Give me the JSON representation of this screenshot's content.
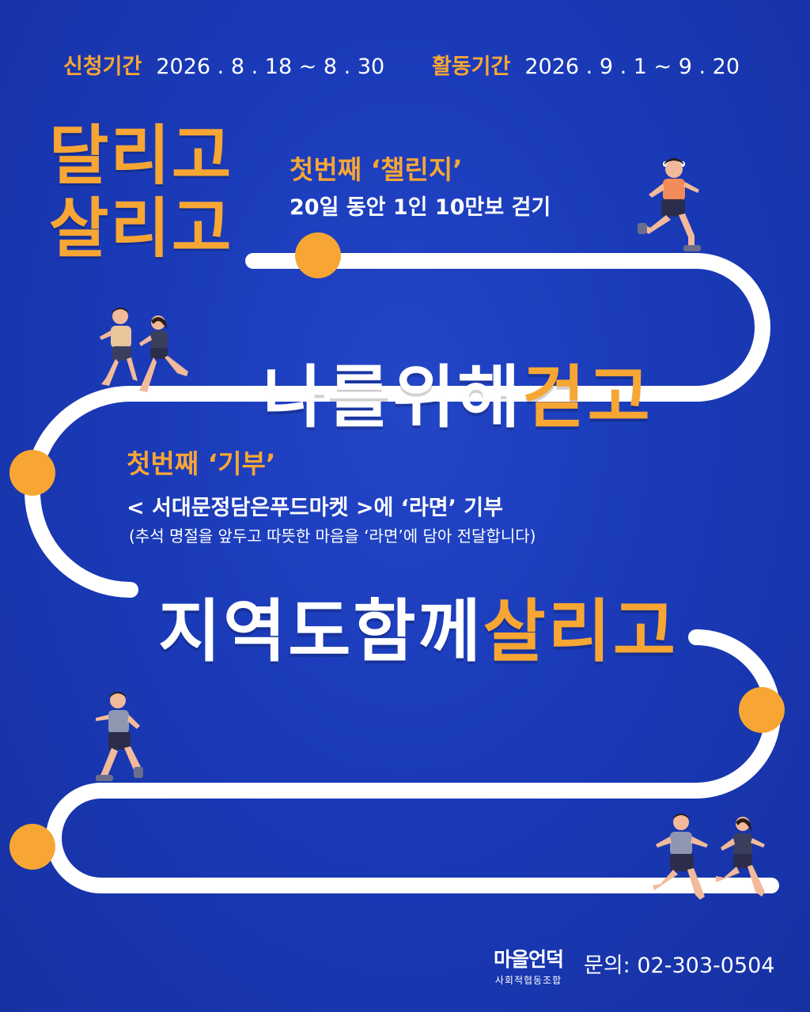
{
  "period": {
    "apply_label": "신청기간",
    "apply_dates": "2026 . 8 . 18 ~ 8 . 30",
    "activity_label": "활동기간",
    "activity_dates": "2026 . 9 . 1 ~ 9 . 20"
  },
  "title": {
    "line1": "달리고",
    "line2": "살리고"
  },
  "challenge": {
    "heading": "첫번째 ‘챌린지’",
    "desc": "20일 동안 1인 10만보 걷기"
  },
  "headline1": {
    "part1": "나를위해",
    "part2": "걷고"
  },
  "donation": {
    "heading": "첫번째 ‘기부’",
    "desc": "< 서대문정담은푸드마켓 >에 ‘라면’ 기부",
    "note": "(추석 명절을 앞두고 따뜻한 마음을 ‘라면’에 담아 전달합니다)"
  },
  "headline2": {
    "part1": "지역도함께",
    "part2": "살리고"
  },
  "footer": {
    "logo_main": "마을언덕",
    "logo_sub": "사회적협동조합",
    "contact": "문의: 02-303-0504"
  },
  "colors": {
    "accent": "#f7a634",
    "background": "#1a3ab8",
    "path": "#ffffff"
  }
}
